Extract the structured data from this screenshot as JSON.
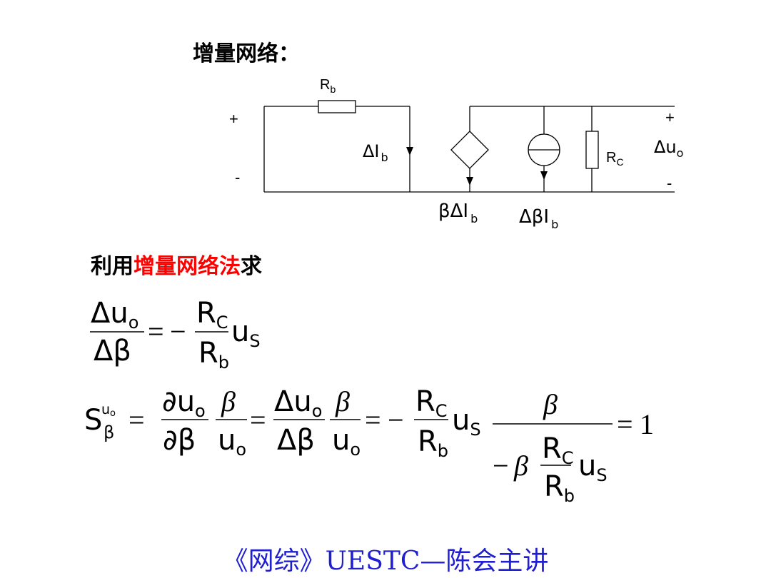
{
  "slide": {
    "heading": "增量网络：",
    "method_prefix": "利用",
    "method_highlight": "增量网络法",
    "method_suffix": "求",
    "footer": "《网综》UESTC—陈会主讲",
    "highlight_color": "#ff0000",
    "footer_color": "#1f1fd0"
  },
  "circuit": {
    "resistor_b": "R",
    "resistor_b_sub": "b",
    "resistor_c": "R",
    "resistor_c_sub": "C",
    "plus_left": "+",
    "minus_left": "-",
    "plus_right": "+",
    "minus_right": "-",
    "delta": "Δ",
    "beta": "β",
    "I": "I",
    "b": "b",
    "u": "u",
    "o": "o"
  },
  "eq1": {
    "delta": "Δ",
    "u": "u",
    "o": "o",
    "beta": "β",
    "eq": "=",
    "minus": "−",
    "R": "R",
    "C": "C",
    "b": "b",
    "S": "S"
  },
  "eq2": {
    "S": "S",
    "u": "u",
    "o": "o",
    "beta": "β",
    "partial": "∂",
    "eq": "=",
    "delta": "Δ",
    "minus": "−",
    "R": "R",
    "C": "C",
    "b": "b",
    "Ssub": "S",
    "one": "1"
  }
}
